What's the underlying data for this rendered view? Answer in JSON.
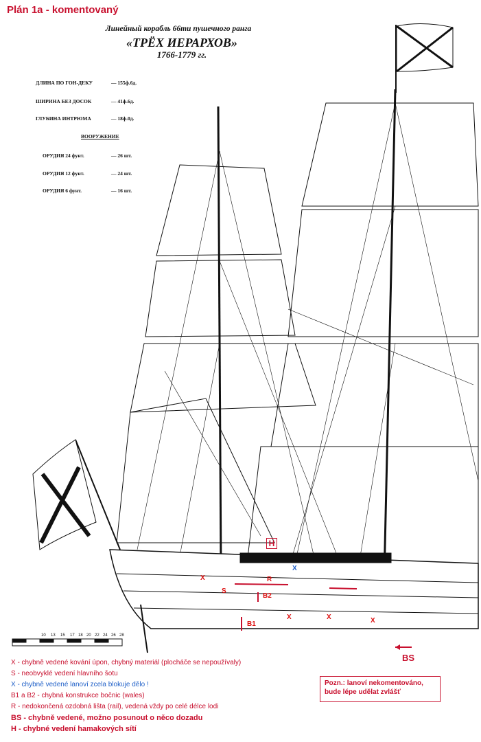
{
  "title": "Plán 1a - komentovaný",
  "ship": {
    "caption": "Линейный корабль 66ти пушечного ранга",
    "name": "«ТРЁХ ИЕРАРХОВ»",
    "years": "1766-1779 гг."
  },
  "dimensions": [
    {
      "label": "ДЛИНА ПО ГОН-ДЕКУ",
      "value": "— 155ф.6д."
    },
    {
      "label": "ШИРИНА БЕЗ ДОСОК",
      "value": "— 41ф.6д."
    },
    {
      "label": "ГЛУБИНА ИНТРЮМА",
      "value": "— 18ф.0д."
    }
  ],
  "armament": {
    "title": "ВООРУЖЕНИЕ",
    "rows": [
      {
        "label": "ОРУДИЯ 24 фунт.",
        "value": "— 26 шт."
      },
      {
        "label": "ОРУДИЯ 12 фунт.",
        "value": "— 24 шт."
      },
      {
        "label": "ОРУДИЯ 6 фунт.",
        "value": "— 16 шт."
      }
    ]
  },
  "scale_labels": [
    "10",
    "13",
    "15",
    "17",
    "18",
    "20",
    "22",
    "24",
    "26",
    "28"
  ],
  "markers": {
    "x": "X",
    "s": "S",
    "r": "R",
    "b1": "B1",
    "b2": "B2",
    "h": "H",
    "bs": "BS"
  },
  "legend": [
    {
      "text": "X - chybně vedené kování úpon, chybný materiál (plocháče se nepoužívaly)",
      "color": "red"
    },
    {
      "text": "S - neobvyklé vedení hlavního šotu",
      "color": "red"
    },
    {
      "text": "X - chybně vedené lanoví zcela blokuje dělo !",
      "color": "blue"
    },
    {
      "text": "B1 a B2 - chybná konstrukce bočnic (wales)",
      "color": "red"
    },
    {
      "text": "R - nedokončená ozdobná lišta (rail), vedená vždy po celé délce lodi",
      "color": "red"
    },
    {
      "text": "BS - chybně vedené, možno posunout o něco dozadu",
      "color": "red",
      "big": true
    },
    {
      "text": "H - chybné vedení hamakových sítí",
      "color": "red",
      "big": true
    }
  ],
  "note": {
    "line1": "Pozn.:   lanoví nekomentováno,",
    "line2": "bude lépe udělat zvlášť"
  },
  "colors": {
    "annotation": "#c8102e",
    "blue": "#2060c8"
  }
}
